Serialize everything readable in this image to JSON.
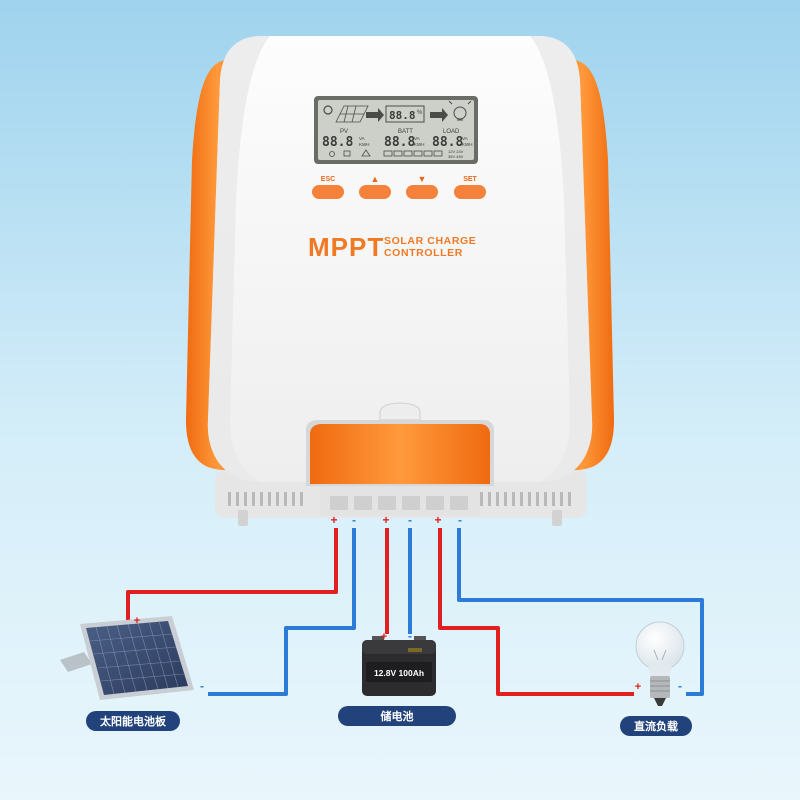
{
  "controller": {
    "brand": "MPPT",
    "subtitle_line1": "SOLAR CHARGE",
    "subtitle_line2": "CONTROLLER",
    "buttons": [
      "ESC",
      "▲",
      "▼",
      "SET"
    ],
    "colors": {
      "body": "#f7f7f7",
      "accent": "#f57f20",
      "lcd": "#c9cbc4"
    }
  },
  "lcd": {
    "pv_label": "PV",
    "batt_label": "BATT",
    "load_label": "LOAD",
    "pv_value": "88.8",
    "batt_value": "88.8",
    "load_value": "88.8",
    "top_value": "88.8",
    "top_unit": "%",
    "unit_va": "VA",
    "unit_kwh": "KWH",
    "voltage_line1": "12V 24V",
    "voltage_line2": "36V 48V"
  },
  "polarity": {
    "plus": "+",
    "minus": "-"
  },
  "battery_label_text": "12.8V 100Ah",
  "components": {
    "solar_panel": "太阳能电池板",
    "battery": "储电池",
    "load": "直流负载"
  },
  "wire_colors": {
    "positive": "#e0201e",
    "negative": "#2c7bd6"
  }
}
